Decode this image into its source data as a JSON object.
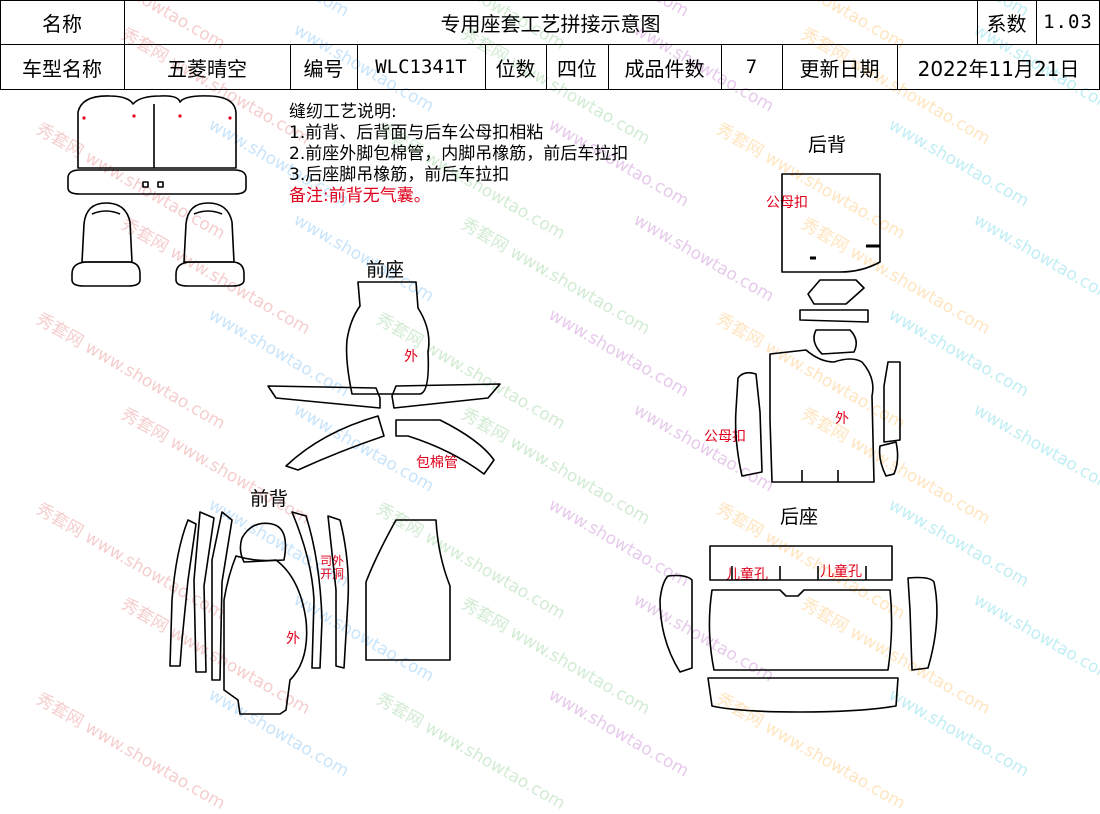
{
  "header": {
    "name_label": "名称",
    "title": "专用座套工艺拼接示意图",
    "coef_label": "系数",
    "coef_value": "1.03",
    "model_label": "车型名称",
    "model_value": "五菱晴空",
    "code_label": "编号",
    "code_value": "WLC1341T",
    "position_label": "位数",
    "position_value": "四位",
    "pieces_label": "成品件数",
    "pieces_value": "7",
    "update_label": "更新日期",
    "update_value": "2022年11月21日"
  },
  "notes": {
    "heading": "缝纫工艺说明:",
    "line1": "1.前背、后背面与后车公母扣相粘",
    "line2": "2.前座外脚包棉管，内脚吊橡筋，前后车拉扣",
    "line3": "3.后座脚吊橡筋，前后车拉扣",
    "remark": "备注:前背无气囊。"
  },
  "sections": {
    "front_seat": "前座",
    "rear_back": "后背",
    "front_back": "前背",
    "rear_seat": "后座"
  },
  "marks": {
    "outer_front_seat": "外",
    "foam_tube": "包棉管",
    "snap_top": "公母扣",
    "snap_side": "公母扣",
    "outer_rear_back": "外",
    "driver_outer_line1": "司外",
    "driver_outer_line2": "开洞",
    "outer_front_back": "外",
    "child_hole_left": "儿童孔",
    "child_hole_right": "儿童孔"
  },
  "watermark": {
    "brand": "秀套网",
    "site": "www.showtao.com"
  },
  "colors": {
    "line": "#000000",
    "annotation": "#e0001b"
  }
}
